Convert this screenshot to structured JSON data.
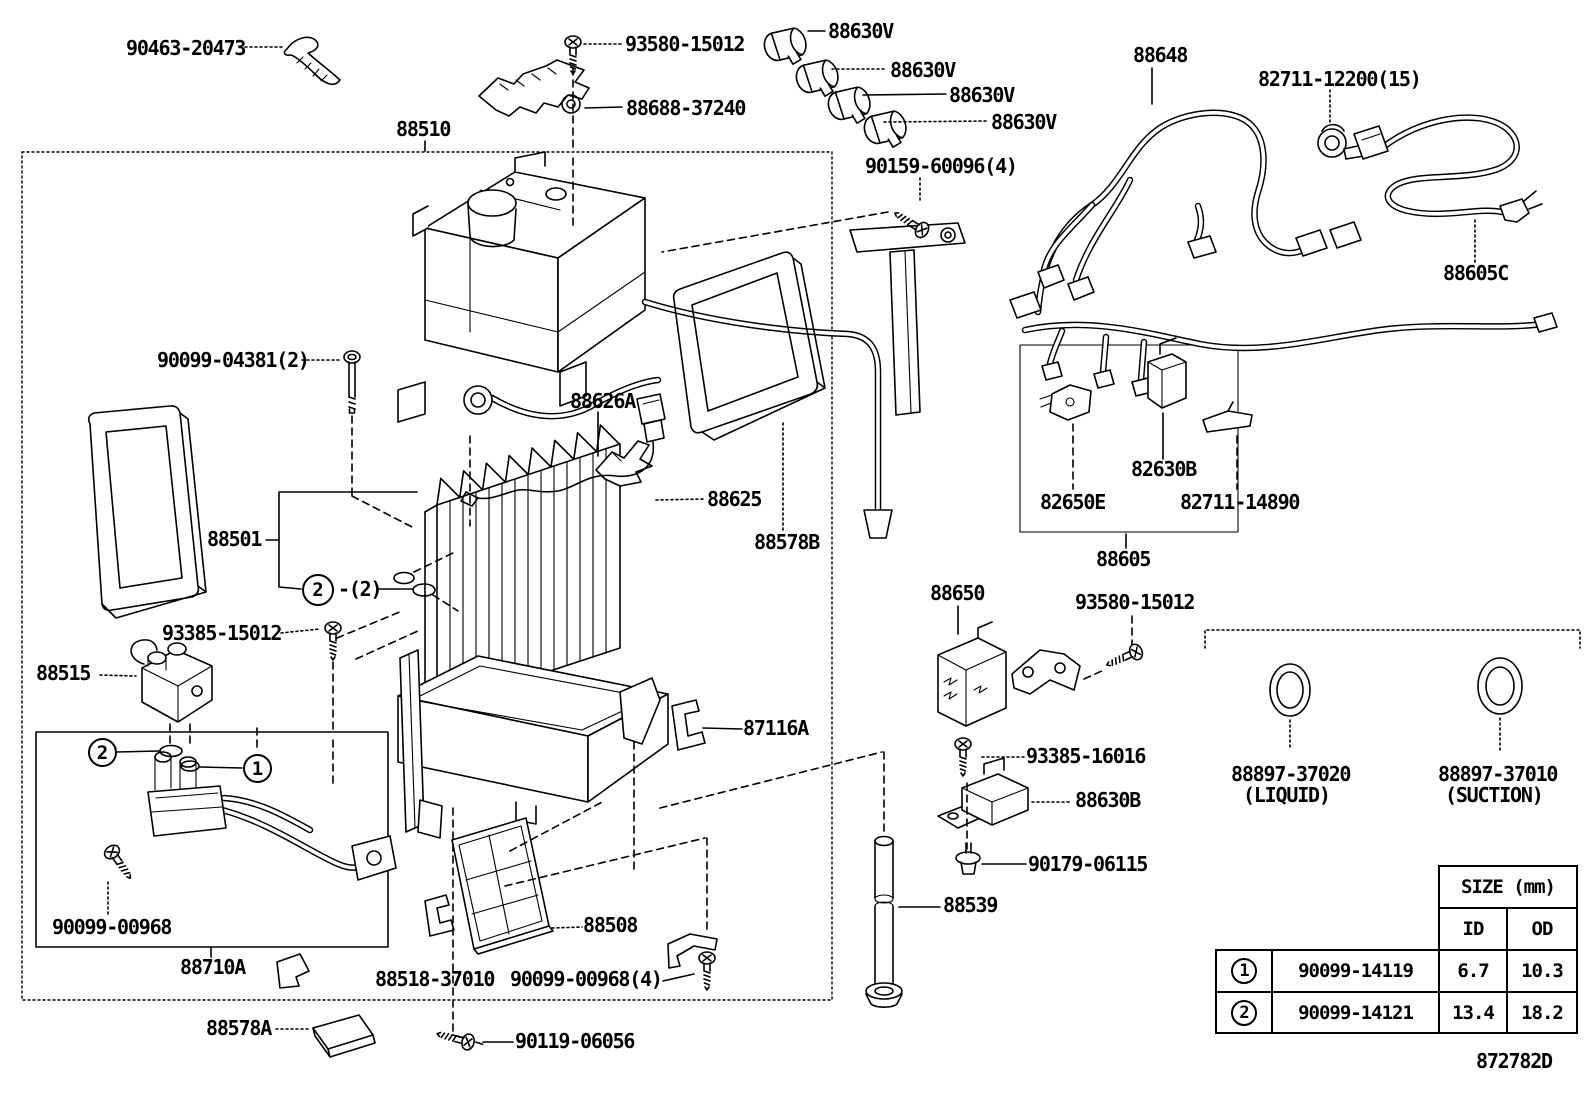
{
  "colors": {
    "line": "#000000",
    "background": "#ffffff"
  },
  "diagram_code": "872782D",
  "labels": {
    "l90463_20473": "90463-20473",
    "l93580_15012_top": "93580-15012",
    "l88688_37240": "88688-37240",
    "l88510": "88510",
    "l88630v_1": "88630V",
    "l88630v_2": "88630V",
    "l88630v_3": "88630V",
    "l88630v_4": "88630V",
    "l88648": "88648",
    "l82711_12200": "82711-12200(15)",
    "l88605c": "88605C",
    "l90159_60096": "90159-60096(4)",
    "l90099_04381": "90099-04381(2)",
    "l88501": "88501",
    "l88626a": "88626A",
    "l88625": "88625",
    "l88578b": "88578B",
    "l93385_15012": "93385-15012",
    "l88515": "88515",
    "callout2_qty": "-(2)",
    "l88650": "88650",
    "l93580_15012_right": "93580-15012",
    "l88605": "88605",
    "l82650e": "82650E",
    "l82630b": "82630B",
    "l82711_14890": "82711-14890",
    "l93385_16016": "93385-16016",
    "l88630b": "88630B",
    "l90179_06115": "90179-06115",
    "l88539": "88539",
    "l87116a": "87116A",
    "l88508": "88508",
    "l88518_37010": "88518-37010",
    "l90099_00968_4": "90099-00968(4)",
    "l90099_00968": "90099-00968",
    "l88710a": "88710A",
    "l88578a": "88578A",
    "l90119_06056": "90119-06056",
    "l88897_37020": "88897-37020",
    "l88897_37020_note": "(LIQUID)",
    "l88897_37010": "88897-37010",
    "l88897_37010_note": "(SUCTION)"
  },
  "callouts": {
    "c1": "1",
    "c2": "2"
  },
  "size_table": {
    "title": "SIZE (mm)",
    "columns": [
      "ID",
      "OD"
    ],
    "rows": [
      {
        "num": "1",
        "part": "90099-14119",
        "id": "6.7",
        "od": "10.3"
      },
      {
        "num": "2",
        "part": "90099-14121",
        "id": "13.4",
        "od": "18.2"
      }
    ]
  }
}
